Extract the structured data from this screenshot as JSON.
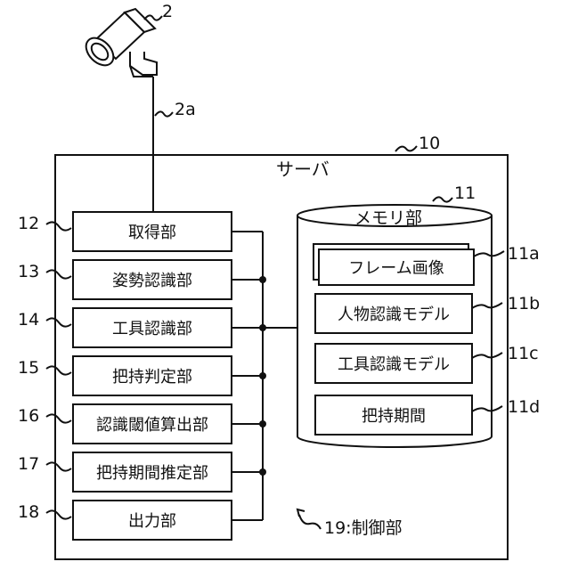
{
  "camera": {
    "ref": "2",
    "cable_ref": "2a"
  },
  "server": {
    "ref": "10",
    "title": "サーバ",
    "control_ref": "19:制御部",
    "units": [
      {
        "ref": "12",
        "label": "取得部"
      },
      {
        "ref": "13",
        "label": "姿勢認識部"
      },
      {
        "ref": "14",
        "label": "工具認識部"
      },
      {
        "ref": "15",
        "label": "把持判定部"
      },
      {
        "ref": "16",
        "label": "認識閾値算出部"
      },
      {
        "ref": "17",
        "label": "把持期間推定部"
      },
      {
        "ref": "18",
        "label": "出力部"
      }
    ],
    "memory": {
      "ref": "11",
      "title": "メモリ部",
      "items": [
        {
          "ref": "11a",
          "label": "フレーム画像"
        },
        {
          "ref": "11b",
          "label": "人物認識モデル"
        },
        {
          "ref": "11c",
          "label": "工具認識モデル"
        },
        {
          "ref": "11d",
          "label": "把持期間"
        }
      ]
    }
  }
}
